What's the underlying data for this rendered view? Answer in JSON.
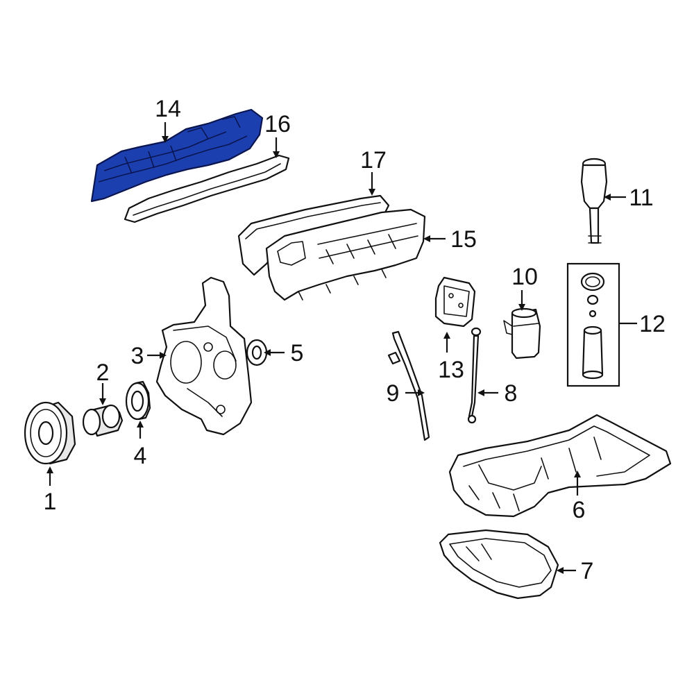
{
  "highlight_color": "#1c3fb0",
  "callouts": [
    {
      "id": "1",
      "text": "1"
    },
    {
      "id": "2",
      "text": "2"
    },
    {
      "id": "3",
      "text": "3"
    },
    {
      "id": "4",
      "text": "4"
    },
    {
      "id": "5",
      "text": "5"
    },
    {
      "id": "6",
      "text": "6"
    },
    {
      "id": "7",
      "text": "7"
    },
    {
      "id": "8",
      "text": "8"
    },
    {
      "id": "9",
      "text": "9"
    },
    {
      "id": "10",
      "text": "10"
    },
    {
      "id": "11",
      "text": "11"
    },
    {
      "id": "12",
      "text": "12"
    },
    {
      "id": "13",
      "text": "13"
    },
    {
      "id": "14",
      "text": "14"
    },
    {
      "id": "15",
      "text": "15"
    },
    {
      "id": "16",
      "text": "16"
    },
    {
      "id": "17",
      "text": "17"
    }
  ]
}
